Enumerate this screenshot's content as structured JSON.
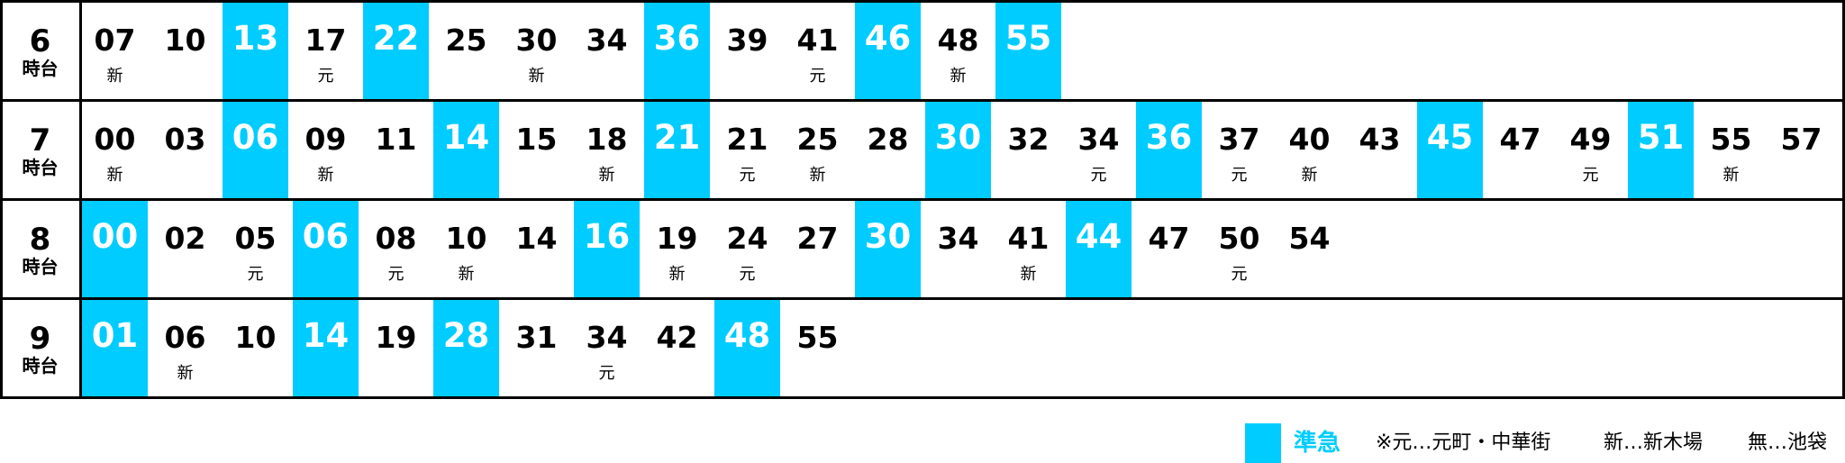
{
  "legend": {
    "express_label": "準急",
    "notes": [
      "※元…元町・中華街",
      "新…新木場",
      "無…池袋"
    ]
  },
  "colors": {
    "express": "#00ccff",
    "border": "#000000"
  },
  "hour_suffix": "時台",
  "hours": [
    {
      "hour": "6",
      "departures": [
        {
          "m": "07",
          "d": "新"
        },
        {
          "m": "10",
          "d": ""
        },
        {
          "m": "13",
          "d": "",
          "express": true
        },
        {
          "m": "17",
          "d": "元"
        },
        {
          "m": "22",
          "d": "",
          "express": true
        },
        {
          "m": "25",
          "d": ""
        },
        {
          "m": "30",
          "d": "新"
        },
        {
          "m": "34",
          "d": ""
        },
        {
          "m": "36",
          "d": "",
          "express": true
        },
        {
          "m": "39",
          "d": ""
        },
        {
          "m": "41",
          "d": "元"
        },
        {
          "m": "46",
          "d": "",
          "express": true
        },
        {
          "m": "48",
          "d": "新"
        },
        {
          "m": "55",
          "d": "",
          "express": true
        }
      ]
    },
    {
      "hour": "7",
      "departures": [
        {
          "m": "00",
          "d": "新"
        },
        {
          "m": "03",
          "d": ""
        },
        {
          "m": "06",
          "d": "",
          "express": true
        },
        {
          "m": "09",
          "d": "新"
        },
        {
          "m": "11",
          "d": ""
        },
        {
          "m": "14",
          "d": "",
          "express": true
        },
        {
          "m": "15",
          "d": ""
        },
        {
          "m": "18",
          "d": "新"
        },
        {
          "m": "21",
          "d": "",
          "express": true
        },
        {
          "m": "21",
          "d": "元"
        },
        {
          "m": "25",
          "d": "新"
        },
        {
          "m": "28",
          "d": ""
        },
        {
          "m": "30",
          "d": "",
          "express": true
        },
        {
          "m": "32",
          "d": ""
        },
        {
          "m": "34",
          "d": "元"
        },
        {
          "m": "36",
          "d": "",
          "express": true
        },
        {
          "m": "37",
          "d": "元"
        },
        {
          "m": "40",
          "d": "新"
        },
        {
          "m": "43",
          "d": ""
        },
        {
          "m": "45",
          "d": "",
          "express": true
        },
        {
          "m": "47",
          "d": ""
        },
        {
          "m": "49",
          "d": "元"
        },
        {
          "m": "51",
          "d": "",
          "express": true
        },
        {
          "m": "55",
          "d": "新"
        },
        {
          "m": "57",
          "d": ""
        }
      ]
    },
    {
      "hour": "8",
      "departures": [
        {
          "m": "00",
          "d": "",
          "express": true
        },
        {
          "m": "02",
          "d": ""
        },
        {
          "m": "05",
          "d": "元"
        },
        {
          "m": "06",
          "d": "",
          "express": true
        },
        {
          "m": "08",
          "d": "元"
        },
        {
          "m": "10",
          "d": "新"
        },
        {
          "m": "14",
          "d": ""
        },
        {
          "m": "16",
          "d": "",
          "express": true
        },
        {
          "m": "19",
          "d": "新"
        },
        {
          "m": "24",
          "d": "元"
        },
        {
          "m": "27",
          "d": ""
        },
        {
          "m": "30",
          "d": "",
          "express": true
        },
        {
          "m": "34",
          "d": ""
        },
        {
          "m": "41",
          "d": "新"
        },
        {
          "m": "44",
          "d": "",
          "express": true
        },
        {
          "m": "47",
          "d": ""
        },
        {
          "m": "50",
          "d": "元"
        },
        {
          "m": "54",
          "d": ""
        }
      ]
    },
    {
      "hour": "9",
      "departures": [
        {
          "m": "01",
          "d": "",
          "express": true
        },
        {
          "m": "06",
          "d": "新"
        },
        {
          "m": "10",
          "d": ""
        },
        {
          "m": "14",
          "d": "",
          "express": true
        },
        {
          "m": "19",
          "d": ""
        },
        {
          "m": "28",
          "d": "",
          "express": true
        },
        {
          "m": "31",
          "d": ""
        },
        {
          "m": "34",
          "d": "元"
        },
        {
          "m": "42",
          "d": ""
        },
        {
          "m": "48",
          "d": "",
          "express": true
        },
        {
          "m": "55",
          "d": ""
        }
      ]
    }
  ]
}
